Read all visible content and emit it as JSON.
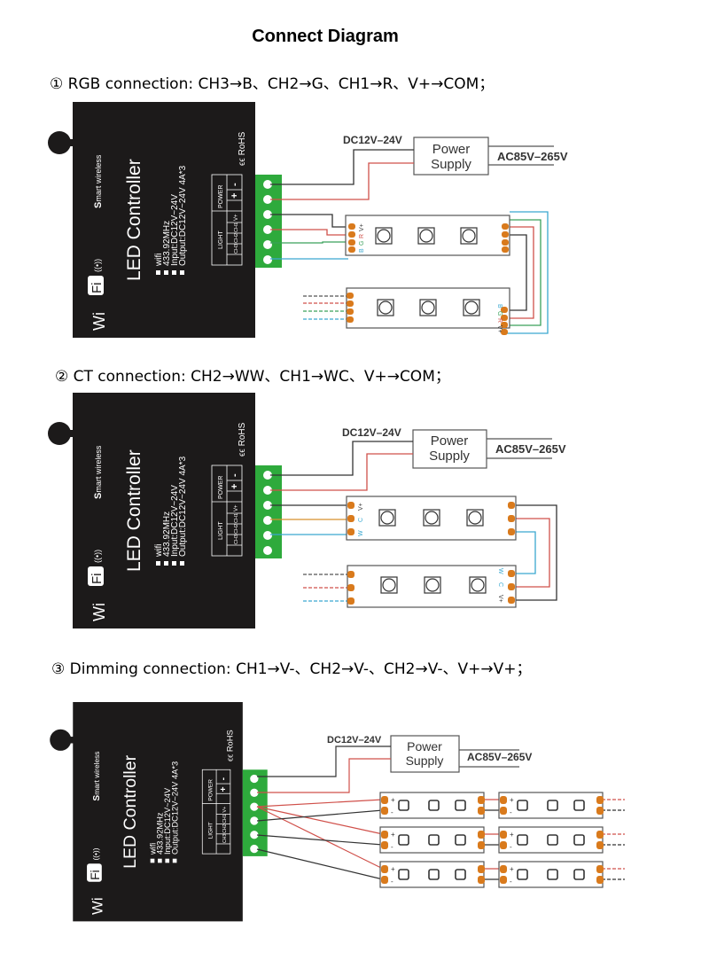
{
  "title": "Connect Diagram",
  "sections": [
    {
      "heading": "① RGB connection: CH3→B、CH2→G、CH1→R、V+→COM；",
      "strip_pins_in": [
        "V+",
        "R",
        "G",
        "B"
      ],
      "strip_pins_out": [
        "B",
        "G",
        "R",
        "V+"
      ]
    },
    {
      "heading": "② CT connection: CH2→WW、CH1→WC、V+→COM；",
      "strip_pins_in": [
        "V+",
        "C",
        "W"
      ],
      "strip_pins_out": [
        "W",
        "C",
        "V+"
      ]
    },
    {
      "heading": "③ Dimming connection: CH1→V-、CH2→V-、CH2→V-、V+→V+；",
      "strip_pins": [
        "+",
        "-"
      ]
    }
  ],
  "controller": {
    "brand": "Smart wireless",
    "brand_initial": "S",
    "brand_rest": "mart wireless",
    "wifi_logo_left": "Wi",
    "wifi_logo_right": "Fi",
    "wifi_signal": "((•))",
    "name": "LED Controller",
    "specs": [
      "wifi",
      "433.92MHz",
      "Input:DC12V~24V",
      "Output:DC12V~24V  4A*3"
    ],
    "certs": "ϵϵ RoHS",
    "terminal_groups": {
      "light": "LIGHT",
      "power": "POWER"
    },
    "terminals": [
      "CH3",
      "CH2",
      "CH1",
      "V+",
      "+",
      "-"
    ]
  },
  "power_supply": {
    "label_line1": "Power",
    "label_line2": "Supply",
    "dc_label": "DC12V–24V",
    "ac_label": "AC85V–265V"
  },
  "colors": {
    "controller_body": "#1c1a1a",
    "terminal_block": "#2eaa3c",
    "pad": "#d97a1c",
    "wire_black": "#333333",
    "wire_red": "#d0504a",
    "wire_green": "#3aa05a",
    "wire_blue": "#3aa8d0",
    "wire_orange": "#d6902c"
  }
}
